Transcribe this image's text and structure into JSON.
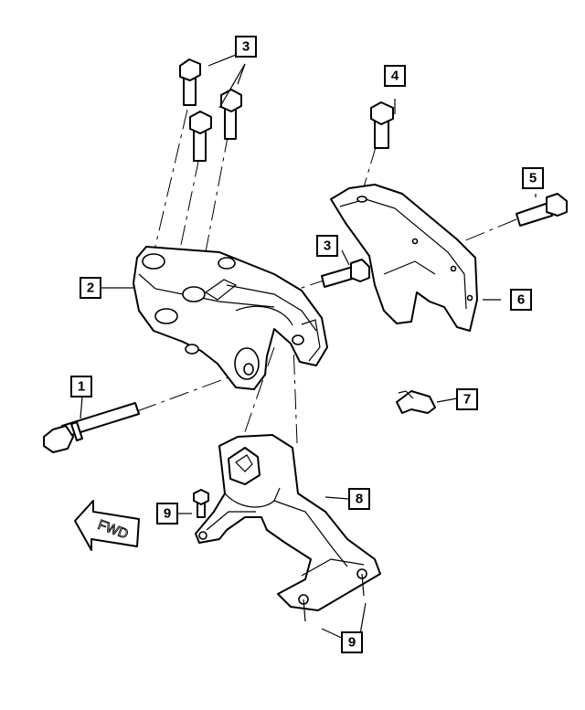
{
  "callouts": [
    {
      "id": "c1",
      "label": "1"
    },
    {
      "id": "c2",
      "label": "2"
    },
    {
      "id": "c3a",
      "label": "3"
    },
    {
      "id": "c3b",
      "label": "3"
    },
    {
      "id": "c4",
      "label": "4"
    },
    {
      "id": "c5",
      "label": "5"
    },
    {
      "id": "c6",
      "label": "6"
    },
    {
      "id": "c7",
      "label": "7"
    },
    {
      "id": "c8",
      "label": "8"
    },
    {
      "id": "c9a",
      "label": "9"
    },
    {
      "id": "c9b",
      "label": "9"
    }
  ],
  "fwd_label": "FWD"
}
